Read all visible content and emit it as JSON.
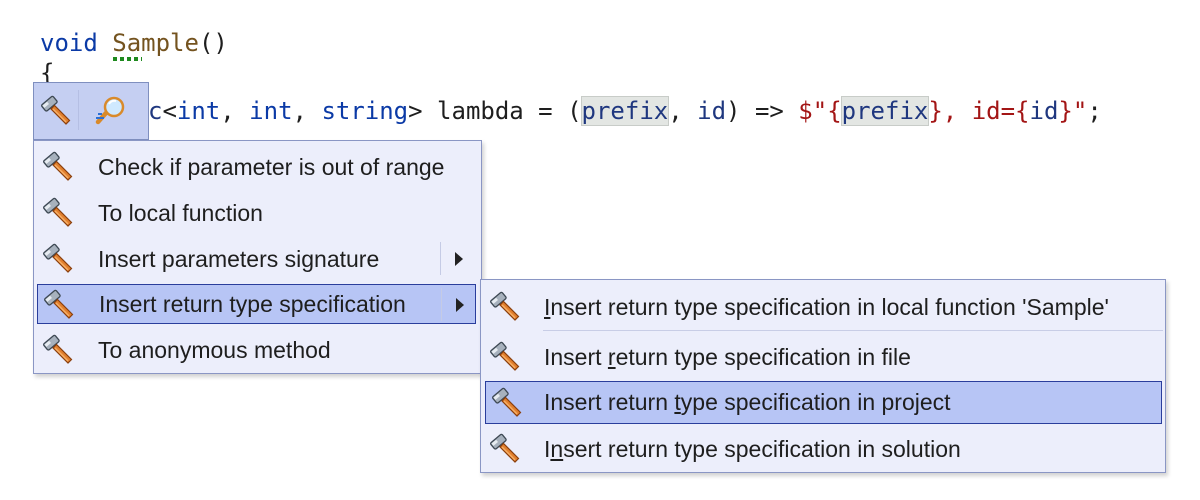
{
  "code": {
    "line1": {
      "keyword": "void",
      "method": "Sample",
      "tail": "()"
    },
    "line2": {
      "brace": "{"
    },
    "line3": {
      "prefix_fragment": "c",
      "lt": "<",
      "t1": "int",
      "comma1": ", ",
      "t2": "int",
      "comma2": ", ",
      "t3": "string",
      "gt": "> lambda = (",
      "p1": "prefix",
      "comma3": ", ",
      "p2": "id",
      "arrowpart": ") => ",
      "s1": "$\"{",
      "s_prefix": "prefix",
      "s2": "}, id={",
      "s_id": "id",
      "s3": "}\"",
      "semi": ";"
    }
  },
  "icons": {
    "hammer": "hammer-icon",
    "inspect": "magnifier-icon",
    "submenu": "chevron-right-icon"
  },
  "menu": {
    "items": [
      {
        "label": "Check if parameter is out of range"
      },
      {
        "label": "To local function"
      },
      {
        "label": "Insert parameters signature"
      },
      {
        "label": "Insert return type specification"
      },
      {
        "label": "To anonymous method"
      }
    ]
  },
  "submenu": {
    "items": [
      {
        "pre": "",
        "acc": "I",
        "post": "nsert return type specification in local function 'Sample'"
      },
      {
        "pre": "Insert ",
        "acc": "r",
        "post": "eturn type specification in file"
      },
      {
        "pre": "Insert return ",
        "acc": "t",
        "post": "ype specification in project"
      },
      {
        "pre": "I",
        "acc": "n",
        "post": "sert return type specification in solution"
      }
    ]
  },
  "colors": {
    "keyword": "#0b3aa6",
    "method": "#74531f",
    "string": "#a31515",
    "selection": "#b7c5f5",
    "menu_bg": "#eceefb"
  }
}
